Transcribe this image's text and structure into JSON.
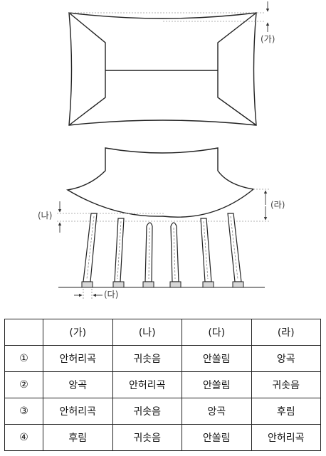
{
  "labels": {
    "ga": "(가)",
    "na": "(나)",
    "da": "(다)",
    "ra": "(라)"
  },
  "table": {
    "headers": [
      "",
      "(가)",
      "(나)",
      "(다)",
      "(라)"
    ],
    "rows": [
      {
        "num": "①",
        "cells": [
          "안허리곡",
          "귀솟음",
          "안쏠림",
          "앙곡"
        ]
      },
      {
        "num": "②",
        "cells": [
          "앙곡",
          "안허리곡",
          "안쏠림",
          "귀솟음"
        ]
      },
      {
        "num": "③",
        "cells": [
          "안허리곡",
          "귀솟음",
          "앙곡",
          "후림"
        ]
      },
      {
        "num": "④",
        "cells": [
          "후림",
          "귀솟음",
          "안쏠림",
          "안허리곡"
        ]
      }
    ]
  }
}
